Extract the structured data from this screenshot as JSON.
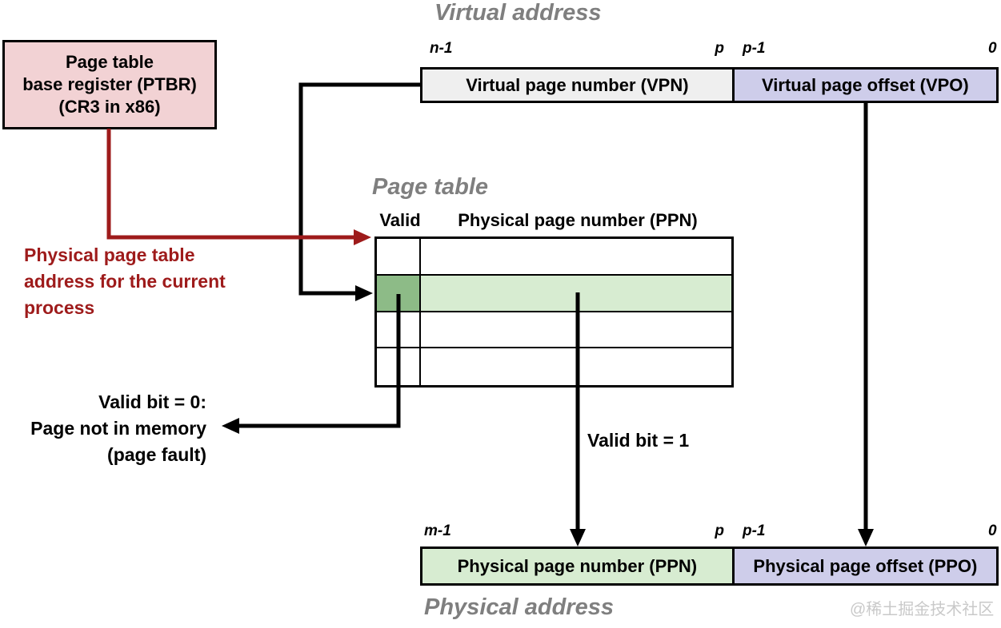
{
  "titles": {
    "virtual_address": "Virtual address",
    "page_table": "Page table",
    "physical_address": "Physical address"
  },
  "ptbr_box": {
    "lines": [
      "Page table",
      "base register (PTBR)",
      "(CR3 in x86)"
    ]
  },
  "virtual_address_bar": {
    "bit_left": "n-1",
    "bit_p": "p",
    "bit_p_minus_1": "p-1",
    "bit_right": "0",
    "vpn_label": "Virtual page number (VPN)",
    "vpo_label": "Virtual page offset (VPO)"
  },
  "page_table": {
    "valid_header": "Valid",
    "ppn_header": "Physical page number (PPN)",
    "row_count": 4,
    "highlighted_row": 2
  },
  "annotations": {
    "red_note": {
      "lines": [
        "Physical page table",
        "address for the current",
        "process"
      ]
    },
    "valid_bit_0": {
      "lines": [
        "Valid bit = 0:",
        "Page not in memory",
        "(page fault)"
      ]
    },
    "valid_bit_1": "Valid bit = 1"
  },
  "physical_address_bar": {
    "bit_left": "m-1",
    "bit_p": "p",
    "bit_p_minus_1": "p-1",
    "bit_right": "0",
    "ppn_label": "Physical page number (PPN)",
    "ppo_label": "Physical page offset (PPO)"
  },
  "watermark": "@稀土掘金技术社区",
  "colors": {
    "accent_red": "#9e1b1b",
    "ptbr_pink": "#f2d2d4",
    "vpn_gray": "#efefef",
    "offset_lavender": "#cecdea",
    "ppn_light_green": "#d7ecd1",
    "valid_dark_green": "#8dbb87",
    "title_gray": "#7f7f7f"
  }
}
